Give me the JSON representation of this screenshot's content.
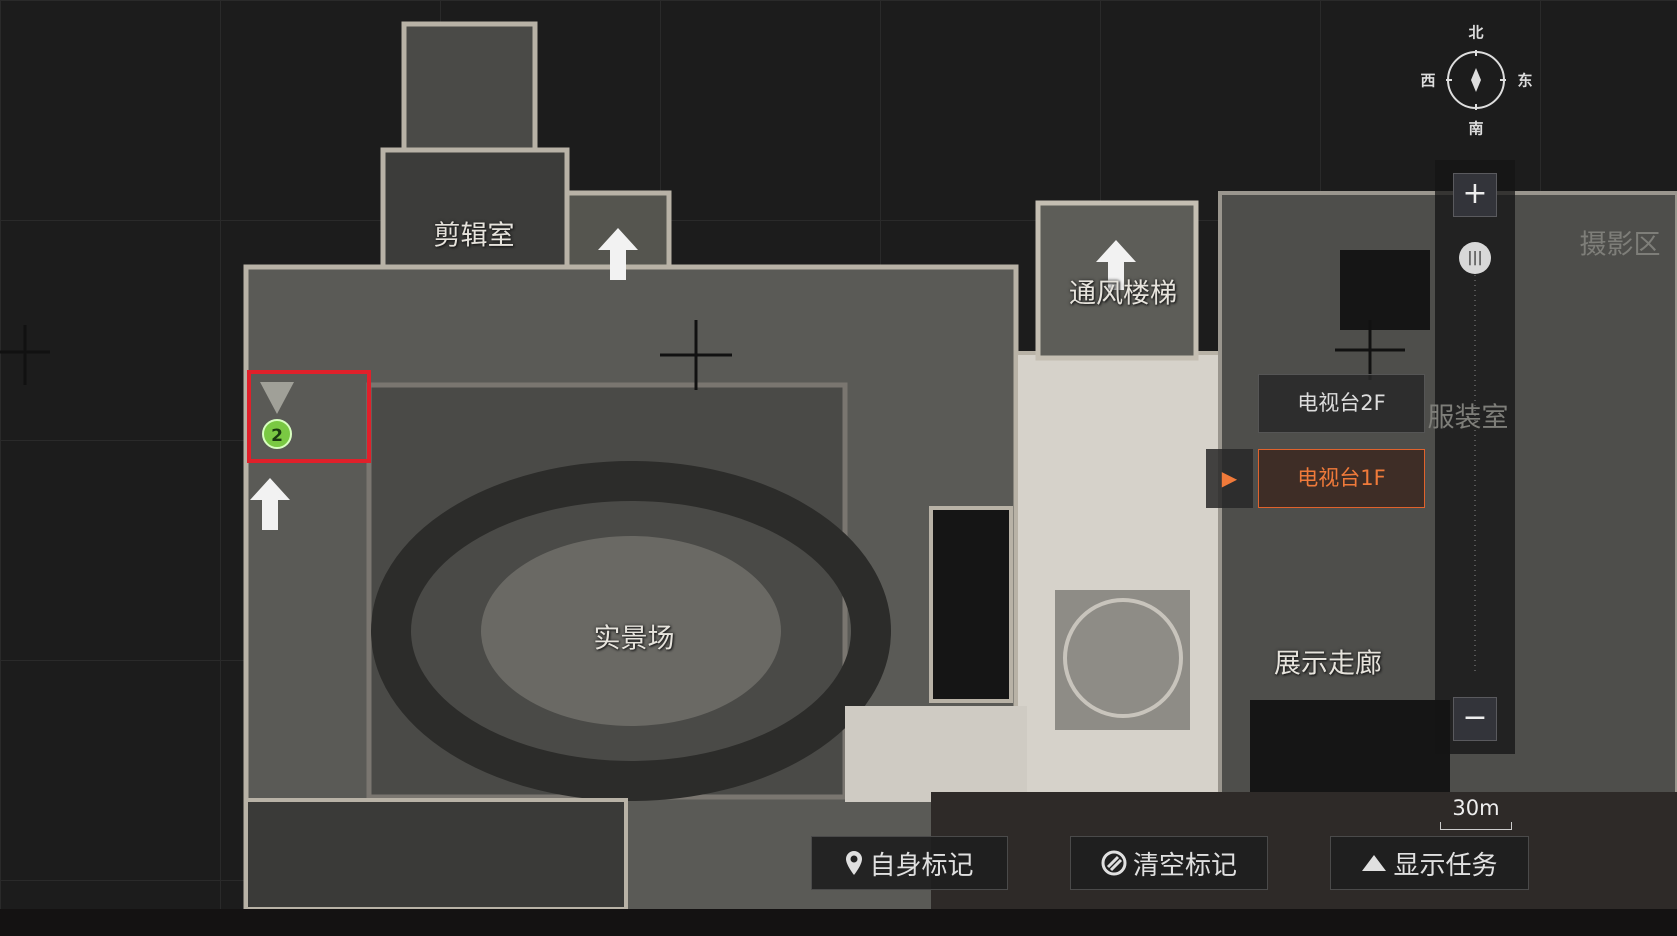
{
  "map": {
    "rooms": [
      "剪辑室",
      "通风楼梯",
      "实景场",
      "展示走廊",
      "服装室",
      "摄影区"
    ],
    "marker_number": "2",
    "highlight_color": "#e0202a",
    "marker_color": "#7ac943"
  },
  "compass": {
    "north": "北",
    "south": "南",
    "west": "西",
    "east": "东"
  },
  "zoom": {
    "plus": "+",
    "minus": "−",
    "knob": "|||",
    "scale": "30m"
  },
  "floors": {
    "items": [
      {
        "label": "电视台2F"
      },
      {
        "label": "电视台1F"
      }
    ],
    "active": "电视台1F",
    "arrow": "▶",
    "accent": "#f07a3a"
  },
  "buttons": {
    "self_mark": "自身标记",
    "clear_marks": "清空标记",
    "show_tasks": "显示任务"
  }
}
